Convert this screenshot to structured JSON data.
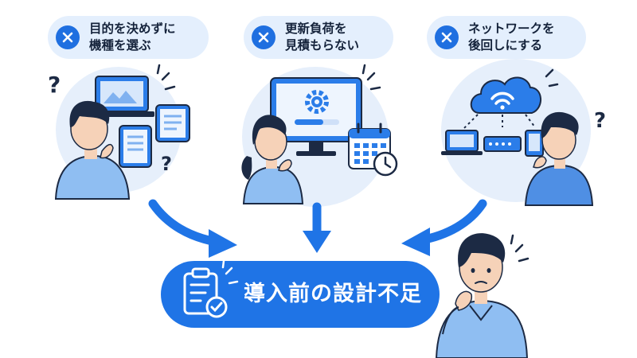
{
  "causes": [
    {
      "line1": "目的を決めずに",
      "line2": "機種を選ぶ"
    },
    {
      "line1": "更新負荷を",
      "line2": "見積もらない"
    },
    {
      "line1": "ネットワークを",
      "line2": "後回しにする"
    }
  ],
  "result": {
    "label": "導入前の設計不足"
  },
  "colors": {
    "accent": "#1f74e6",
    "pill": "#e4effd",
    "circle": "#e6effb",
    "ink": "#15233b"
  },
  "icons": [
    "close-icon",
    "clipboard-check-icon",
    "question-mark-icon",
    "gear-icon",
    "calendar-icon",
    "clock-icon",
    "wifi-cloud-icon",
    "laptop-icon",
    "router-icon",
    "tablet-icon"
  ]
}
